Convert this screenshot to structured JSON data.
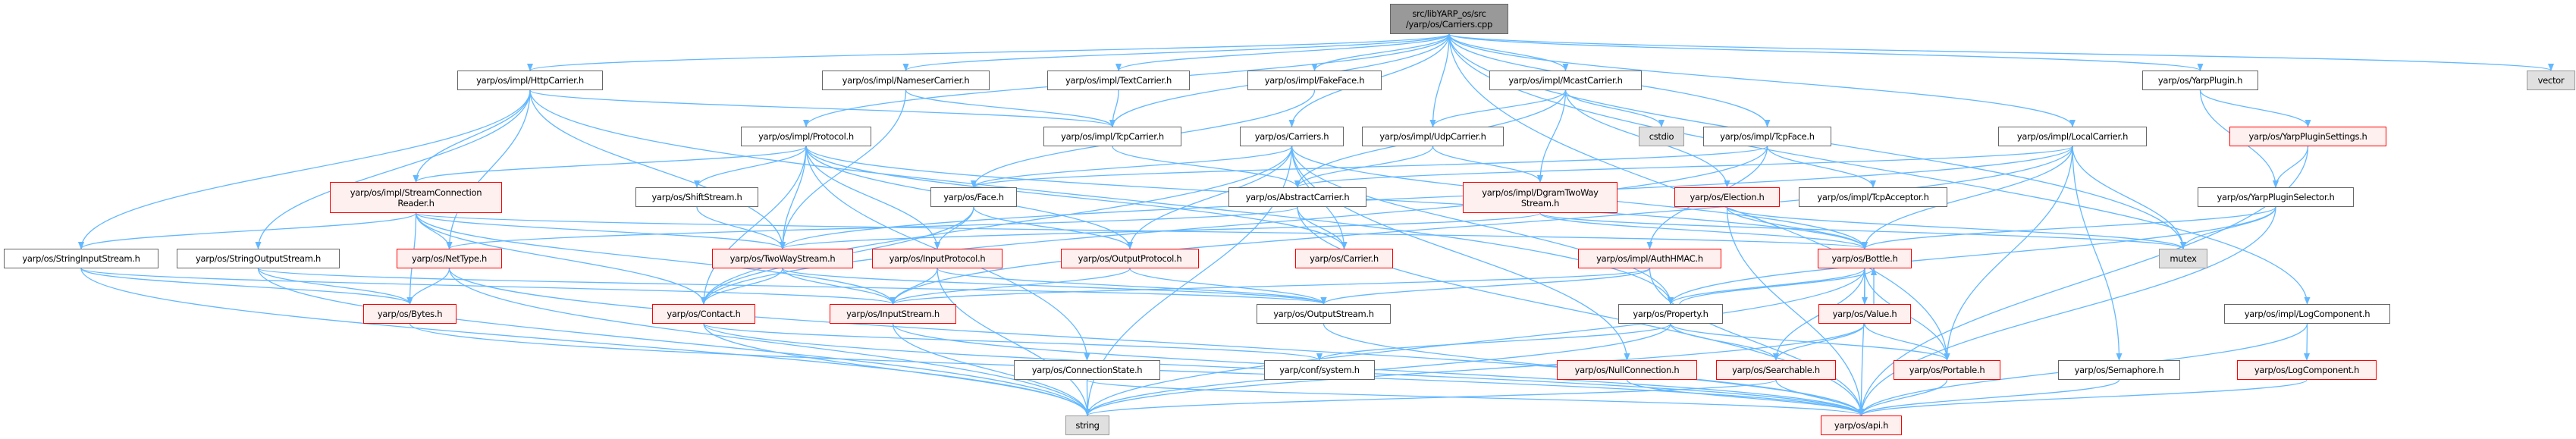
{
  "colors": {
    "edge": "#63b8ff",
    "red_border": "#ff0000",
    "red_fill": "#fff0f0",
    "external_fill": "#e0e0e0",
    "root_fill": "#999999"
  },
  "nodes": [
    {
      "id": "root",
      "label": "src/libYARP_os/src\n/yarp/os/Carriers.cpp",
      "kind": "root"
    },
    {
      "id": "http",
      "label": "yarp/os/impl/HttpCarrier.h",
      "kind": "normal"
    },
    {
      "id": "nameser",
      "label": "yarp/os/impl/NameserCarrier.h",
      "kind": "normal"
    },
    {
      "id": "text",
      "label": "yarp/os/impl/TextCarrier.h",
      "kind": "normal"
    },
    {
      "id": "fake",
      "label": "yarp/os/impl/FakeFace.h",
      "kind": "normal"
    },
    {
      "id": "mcast",
      "label": "yarp/os/impl/McastCarrier.h",
      "kind": "normal"
    },
    {
      "id": "yplugin",
      "label": "yarp/os/YarpPlugin.h",
      "kind": "normal"
    },
    {
      "id": "vector",
      "label": "vector",
      "kind": "external"
    },
    {
      "id": "protocol",
      "label": "yarp/os/impl/Protocol.h",
      "kind": "normal"
    },
    {
      "id": "tcpcarrier",
      "label": "yarp/os/impl/TcpCarrier.h",
      "kind": "normal"
    },
    {
      "id": "carriers",
      "label": "yarp/os/Carriers.h",
      "kind": "normal"
    },
    {
      "id": "udp",
      "label": "yarp/os/impl/UdpCarrier.h",
      "kind": "normal"
    },
    {
      "id": "cstdio",
      "label": "cstdio",
      "kind": "external"
    },
    {
      "id": "tcpface",
      "label": "yarp/os/impl/TcpFace.h",
      "kind": "normal"
    },
    {
      "id": "local",
      "label": "yarp/os/impl/LocalCarrier.h",
      "kind": "normal"
    },
    {
      "id": "ypsettings",
      "label": "yarp/os/YarpPluginSettings.h",
      "kind": "red"
    },
    {
      "id": "scr",
      "label": "yarp/os/impl/StreamConnection\nReader.h",
      "kind": "red"
    },
    {
      "id": "shift",
      "label": "yarp/os/ShiftStream.h",
      "kind": "normal"
    },
    {
      "id": "face",
      "label": "yarp/os/Face.h",
      "kind": "normal"
    },
    {
      "id": "abstract",
      "label": "yarp/os/AbstractCarrier.h",
      "kind": "normal"
    },
    {
      "id": "dgram",
      "label": "yarp/os/impl/DgramTwoWay\nStream.h",
      "kind": "red"
    },
    {
      "id": "election",
      "label": "yarp/os/Election.h",
      "kind": "red"
    },
    {
      "id": "tcpacc",
      "label": "yarp/os/impl/TcpAcceptor.h",
      "kind": "normal"
    },
    {
      "id": "ypselector",
      "label": "yarp/os/YarpPluginSelector.h",
      "kind": "normal"
    },
    {
      "id": "sis",
      "label": "yarp/os/StringInputStream.h",
      "kind": "normal"
    },
    {
      "id": "sos",
      "label": "yarp/os/StringOutputStream.h",
      "kind": "normal"
    },
    {
      "id": "nettype",
      "label": "yarp/os/NetType.h",
      "kind": "red"
    },
    {
      "id": "twoway",
      "label": "yarp/os/TwoWayStream.h",
      "kind": "red"
    },
    {
      "id": "inproto",
      "label": "yarp/os/InputProtocol.h",
      "kind": "red"
    },
    {
      "id": "outproto",
      "label": "yarp/os/OutputProtocol.h",
      "kind": "red"
    },
    {
      "id": "carrier",
      "label": "yarp/os/Carrier.h",
      "kind": "red"
    },
    {
      "id": "auth",
      "label": "yarp/os/impl/AuthHMAC.h",
      "kind": "red"
    },
    {
      "id": "bottle",
      "label": "yarp/os/Bottle.h",
      "kind": "red"
    },
    {
      "id": "mutex",
      "label": "mutex",
      "kind": "external"
    },
    {
      "id": "bytes",
      "label": "yarp/os/Bytes.h",
      "kind": "red"
    },
    {
      "id": "contact",
      "label": "yarp/os/Contact.h",
      "kind": "red"
    },
    {
      "id": "instream",
      "label": "yarp/os/InputStream.h",
      "kind": "red"
    },
    {
      "id": "outstream",
      "label": "yarp/os/OutputStream.h",
      "kind": "normal"
    },
    {
      "id": "property",
      "label": "yarp/os/Property.h",
      "kind": "normal"
    },
    {
      "id": "value",
      "label": "yarp/os/Value.h",
      "kind": "red"
    },
    {
      "id": "implog",
      "label": "yarp/os/impl/LogComponent.h",
      "kind": "normal"
    },
    {
      "id": "connstate",
      "label": "yarp/os/ConnectionState.h",
      "kind": "normal"
    },
    {
      "id": "system",
      "label": "yarp/conf/system.h",
      "kind": "normal"
    },
    {
      "id": "nullconn",
      "label": "yarp/os/NullConnection.h",
      "kind": "red"
    },
    {
      "id": "searchable",
      "label": "yarp/os/Searchable.h",
      "kind": "red"
    },
    {
      "id": "portable",
      "label": "yarp/os/Portable.h",
      "kind": "red"
    },
    {
      "id": "semaphore",
      "label": "yarp/os/Semaphore.h",
      "kind": "normal"
    },
    {
      "id": "logcomp",
      "label": "yarp/os/LogComponent.h",
      "kind": "red"
    },
    {
      "id": "string",
      "label": "string",
      "kind": "external"
    },
    {
      "id": "api",
      "label": "yarp/os/api.h",
      "kind": "red"
    }
  ],
  "edges": [
    [
      "root",
      "http"
    ],
    [
      "root",
      "nameser"
    ],
    [
      "root",
      "text"
    ],
    [
      "root",
      "tcpcarrier"
    ],
    [
      "root",
      "fake"
    ],
    [
      "root",
      "protocol"
    ],
    [
      "root",
      "carriers"
    ],
    [
      "root",
      "udp"
    ],
    [
      "root",
      "mcast"
    ],
    [
      "root",
      "tcpface"
    ],
    [
      "root",
      "local"
    ],
    [
      "root",
      "yplugin"
    ],
    [
      "root",
      "vector"
    ],
    [
      "root",
      "mutex"
    ],
    [
      "root",
      "implog"
    ],
    [
      "root",
      "portable"
    ],
    [
      "http",
      "tcpcarrier"
    ],
    [
      "http",
      "sis"
    ],
    [
      "http",
      "sos"
    ],
    [
      "http",
      "nettype"
    ],
    [
      "http",
      "twoway"
    ],
    [
      "http",
      "property"
    ],
    [
      "http",
      "scr"
    ],
    [
      "nameser",
      "tcpcarrier"
    ],
    [
      "nameser",
      "twoway"
    ],
    [
      "text",
      "tcpcarrier"
    ],
    [
      "tcpcarrier",
      "abstract"
    ],
    [
      "fake",
      "face"
    ],
    [
      "protocol",
      "shift"
    ],
    [
      "protocol",
      "twoway"
    ],
    [
      "protocol",
      "inproto"
    ],
    [
      "protocol",
      "outproto"
    ],
    [
      "protocol",
      "scr"
    ],
    [
      "protocol",
      "contact"
    ],
    [
      "protocol",
      "connstate"
    ],
    [
      "protocol",
      "carrier"
    ],
    [
      "protocol",
      "bottle"
    ],
    [
      "carriers",
      "face"
    ],
    [
      "carriers",
      "carrier"
    ],
    [
      "carriers",
      "contact"
    ],
    [
      "carriers",
      "outproto"
    ],
    [
      "carriers",
      "bottle"
    ],
    [
      "carriers",
      "string"
    ],
    [
      "carriers",
      "nullconn"
    ],
    [
      "carriers",
      "property"
    ],
    [
      "mcast",
      "udp"
    ],
    [
      "mcast",
      "dgram"
    ],
    [
      "mcast",
      "cstdio"
    ],
    [
      "mcast",
      "election"
    ],
    [
      "mcast",
      "abstract"
    ],
    [
      "udp",
      "abstract"
    ],
    [
      "udp",
      "dgram"
    ],
    [
      "tcpface",
      "face"
    ],
    [
      "tcpface",
      "tcpacc"
    ],
    [
      "tcpface",
      "auth"
    ],
    [
      "tcpface",
      "contact"
    ],
    [
      "local",
      "abstract"
    ],
    [
      "local",
      "mutex"
    ],
    [
      "local",
      "semaphore"
    ],
    [
      "local",
      "bottle"
    ],
    [
      "local",
      "portable"
    ],
    [
      "local",
      "twoway"
    ],
    [
      "local",
      "instream"
    ],
    [
      "yplugin",
      "ypsettings"
    ],
    [
      "yplugin",
      "ypselector"
    ],
    [
      "ypsettings",
      "ypselector"
    ],
    [
      "ypsettings",
      "api"
    ],
    [
      "ypselector",
      "mutex"
    ],
    [
      "ypselector",
      "bottle"
    ],
    [
      "ypselector",
      "property"
    ],
    [
      "ypselector",
      "api"
    ],
    [
      "implog",
      "logcomp"
    ],
    [
      "implog",
      "api"
    ],
    [
      "logcomp",
      "api"
    ],
    [
      "scr",
      "sis"
    ],
    [
      "scr",
      "nettype"
    ],
    [
      "scr",
      "bytes"
    ],
    [
      "scr",
      "contact"
    ],
    [
      "scr",
      "twoway"
    ],
    [
      "scr",
      "instream"
    ],
    [
      "scr",
      "bottle"
    ],
    [
      "sis",
      "bytes"
    ],
    [
      "sis",
      "instream"
    ],
    [
      "sis",
      "string"
    ],
    [
      "sos",
      "bytes"
    ],
    [
      "sos",
      "outstream"
    ],
    [
      "sos",
      "string"
    ],
    [
      "nettype",
      "bytes"
    ],
    [
      "nettype",
      "api"
    ],
    [
      "nettype",
      "string"
    ],
    [
      "bytes",
      "api"
    ],
    [
      "shift",
      "twoway"
    ],
    [
      "face",
      "inproto"
    ],
    [
      "face",
      "outproto"
    ],
    [
      "face",
      "contact"
    ],
    [
      "twoway",
      "contact"
    ],
    [
      "twoway",
      "instream"
    ],
    [
      "twoway",
      "outstream"
    ],
    [
      "inproto",
      "instream"
    ],
    [
      "inproto",
      "outstream"
    ],
    [
      "inproto",
      "string"
    ],
    [
      "outproto",
      "instream"
    ],
    [
      "outproto",
      "outstream"
    ],
    [
      "contact",
      "string"
    ],
    [
      "contact",
      "api"
    ],
    [
      "contact",
      "system"
    ],
    [
      "instream",
      "string"
    ],
    [
      "instream",
      "api"
    ],
    [
      "connstate",
      "string"
    ],
    [
      "connstate",
      "api"
    ],
    [
      "abstract",
      "carrier"
    ],
    [
      "abstract",
      "nettype"
    ],
    [
      "abstract",
      "api"
    ],
    [
      "outstream",
      "api"
    ],
    [
      "dgram",
      "twoway"
    ],
    [
      "dgram",
      "mutex"
    ],
    [
      "dgram",
      "bottle"
    ],
    [
      "election",
      "bottle"
    ],
    [
      "election",
      "api"
    ],
    [
      "election",
      "mutex"
    ],
    [
      "auth",
      "instream"
    ],
    [
      "auth",
      "outstream"
    ],
    [
      "auth",
      "api"
    ],
    [
      "bottle",
      "property"
    ],
    [
      "bottle",
      "value"
    ],
    [
      "bottle",
      "searchable"
    ],
    [
      "bottle",
      "portable"
    ],
    [
      "bottle",
      "string"
    ],
    [
      "bottle",
      "api"
    ],
    [
      "property",
      "bottle"
    ],
    [
      "property",
      "searchable"
    ],
    [
      "property",
      "portable"
    ],
    [
      "property",
      "system"
    ],
    [
      "property",
      "string"
    ],
    [
      "value",
      "bottle"
    ],
    [
      "value",
      "searchable"
    ],
    [
      "value",
      "portable"
    ],
    [
      "value",
      "string"
    ],
    [
      "searchable",
      "api"
    ],
    [
      "searchable",
      "string"
    ],
    [
      "portable",
      "api"
    ],
    [
      "nullconn",
      "api"
    ],
    [
      "semaphore",
      "api"
    ]
  ]
}
